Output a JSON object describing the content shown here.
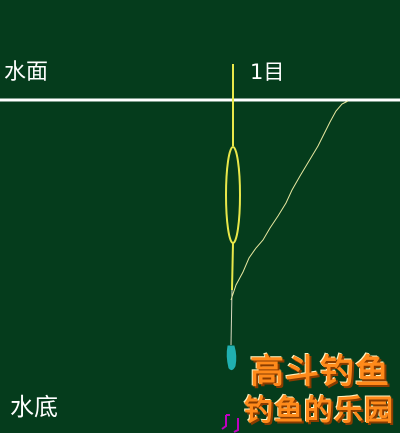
{
  "labels": {
    "water_surface": "水面",
    "float_mark": "1目",
    "water_bottom": "水底"
  },
  "watermark": {
    "line1": "高斗钓鱼",
    "line2": "钓鱼的乐园"
  },
  "colors": {
    "background": "#053c1c",
    "surface_line": "#ffffff",
    "float": "#e8e84a",
    "line": "#e8e8a0",
    "sinker": "#20b0b0",
    "hook": "#c000c0",
    "watermark_orange": "#ff8a1a",
    "watermark_shadow": "#8a3c00"
  }
}
